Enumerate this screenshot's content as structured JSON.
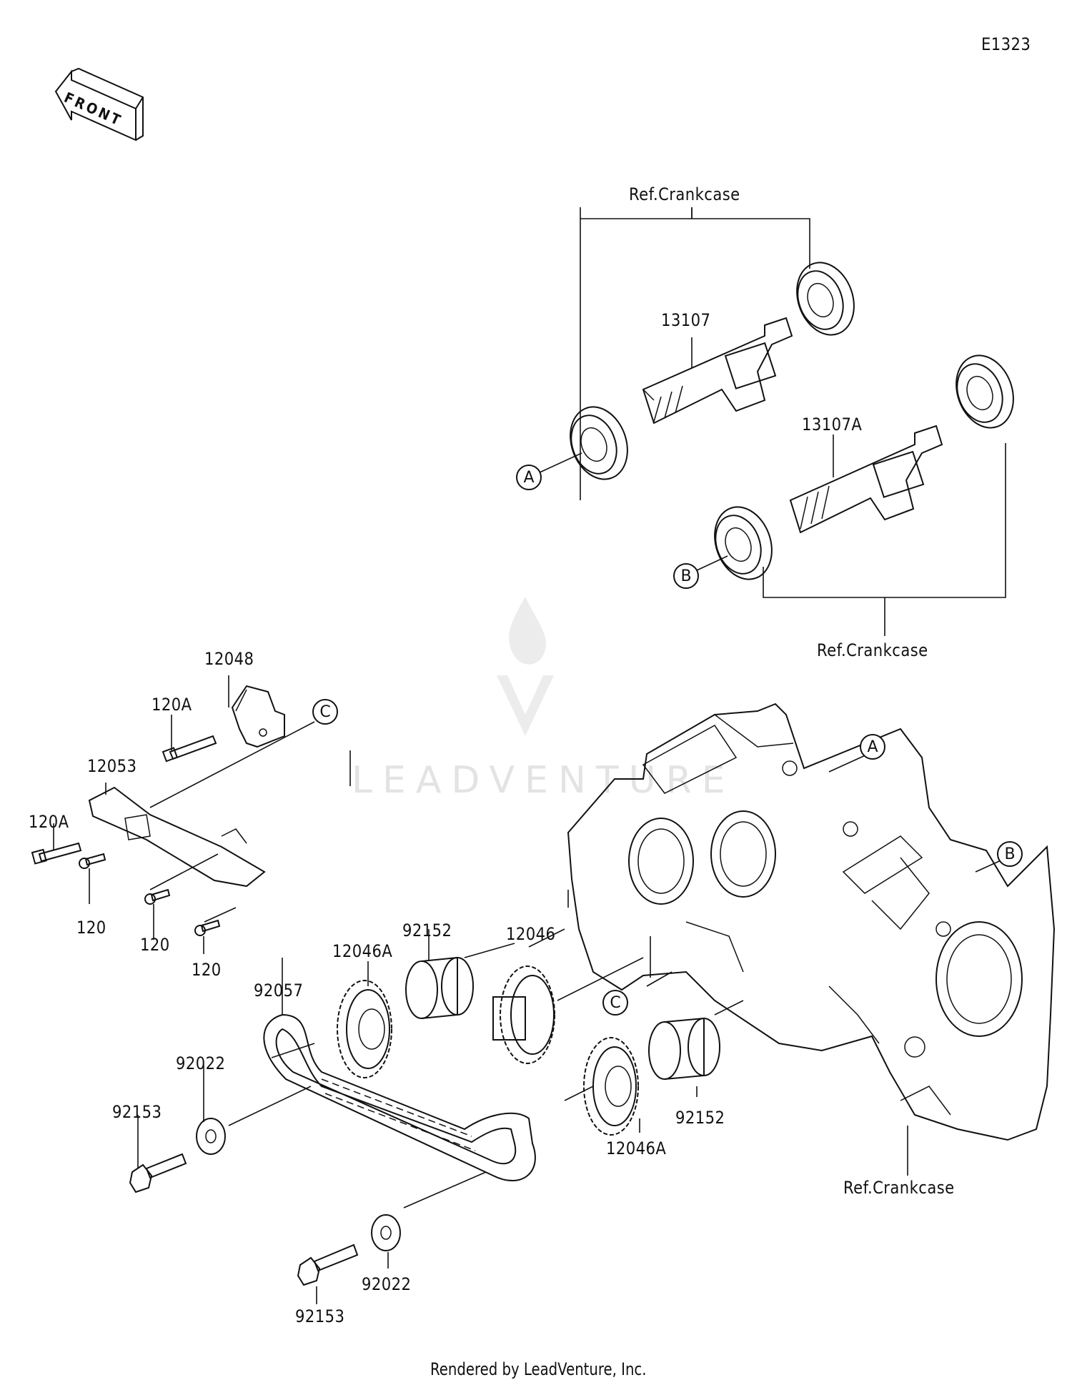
{
  "diagram_code": "E1323",
  "front_label": "FRONT",
  "watermark": "LEADVENTURE",
  "footer": "Rendered by LeadVenture, Inc.",
  "references": {
    "ref_top": "Ref.Crankcase",
    "ref_mid": "Ref.Crankcase",
    "ref_bottom": "Ref.Crankcase"
  },
  "callouts": {
    "a1": "A",
    "b1": "B",
    "c1": "C",
    "a2": "A",
    "b2": "B",
    "c2": "C"
  },
  "parts": {
    "p13107": "13107",
    "p13107a": "13107A",
    "p12048": "12048",
    "p120a_1": "120A",
    "p12053": "12053",
    "p120a_2": "120A",
    "p120_1": "120",
    "p120_2": "120",
    "p120_3": "120",
    "p92152_1": "92152",
    "p12046": "12046",
    "p12046a_1": "12046A",
    "p92057": "92057",
    "p92022_1": "92022",
    "p92153_1": "92153",
    "p92152_2": "92152",
    "p12046a_2": "12046A",
    "p92022_2": "92022",
    "p92153_2": "92153"
  }
}
